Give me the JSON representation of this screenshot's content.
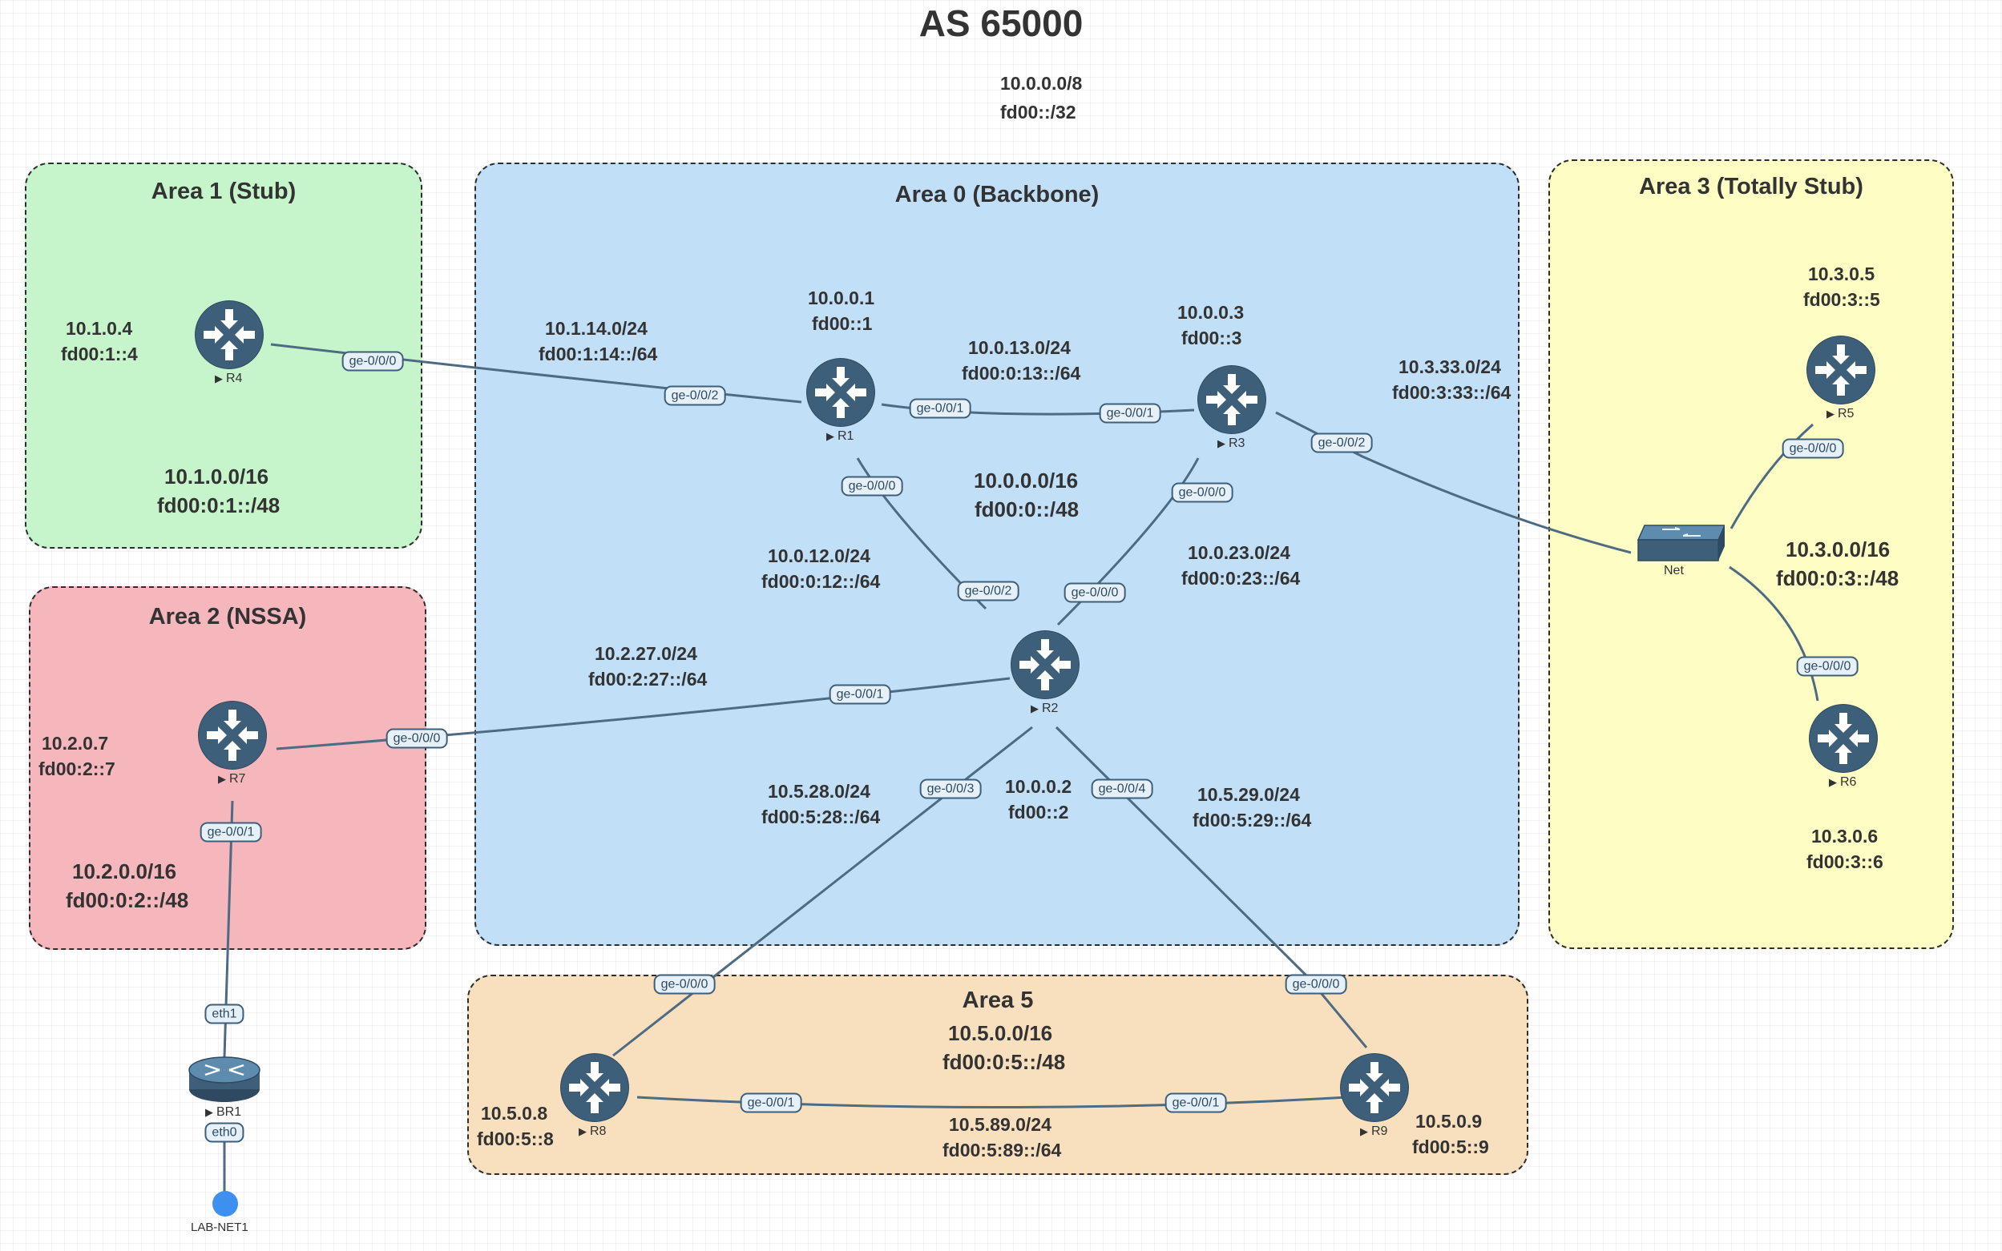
{
  "title": "AS 65000",
  "as_prefix_v4": "10.0.0.0/8",
  "as_prefix_v6": "fd00::/32",
  "colors": {
    "area1": "#c7f5cb",
    "area0": "#c2dff8",
    "area3": "#fefdc3",
    "area2": "#f5b6bc",
    "area5": "#f8dfbd",
    "router": "#3e5f79",
    "link": "#4d6b82",
    "lab_net": "#3d8ff0"
  },
  "areas": {
    "area1": {
      "title": "Area 1 (Stub)",
      "v4": "10.1.0.0/16",
      "v6": "fd00:0:1::/48"
    },
    "area0": {
      "title": "Area 0 (Backbone)",
      "v4": "10.0.0.0/16",
      "v6": "fd00:0::/48"
    },
    "area3": {
      "title": "Area 3 (Totally Stub)",
      "v4": "10.3.0.0/16",
      "v6": "fd00:0:3::/48"
    },
    "area2": {
      "title": "Area 2 (NSSA)",
      "v4": "10.2.0.0/16",
      "v6": "fd00:0:2::/48"
    },
    "area5": {
      "title": "Area 5",
      "v4": "10.5.0.0/16",
      "v6": "fd00:0:5::/48"
    }
  },
  "nodes": {
    "R1": {
      "name": "R1",
      "v4": "10.0.0.1",
      "v6": "fd00::1"
    },
    "R2": {
      "name": "R2",
      "v4": "10.0.0.2",
      "v6": "fd00::2"
    },
    "R3": {
      "name": "R3",
      "v4": "10.0.0.3",
      "v6": "fd00::3"
    },
    "R4": {
      "name": "R4",
      "v4": "10.1.0.4",
      "v6": "fd00:1::4"
    },
    "R5": {
      "name": "R5",
      "v4": "10.3.0.5",
      "v6": "fd00:3::5"
    },
    "R6": {
      "name": "R6",
      "v4": "10.3.0.6",
      "v6": "fd00:3::6"
    },
    "R7": {
      "name": "R7",
      "v4": "10.2.0.7",
      "v6": "fd00:2::7"
    },
    "R8": {
      "name": "R8",
      "v4": "10.5.0.8",
      "v6": "fd00:5::8"
    },
    "R9": {
      "name": "R9",
      "v4": "10.5.0.9",
      "v6": "fd00:5::9"
    },
    "BR1": {
      "name": "BR1"
    },
    "Net": {
      "name": "Net"
    },
    "LAB": {
      "name": "LAB-NET1"
    }
  },
  "links": {
    "r1_r4": {
      "v4": "10.1.14.0/24",
      "v6": "fd00:1:14::/64",
      "port_a": "ge-0/0/0",
      "port_b": "ge-0/0/2"
    },
    "r1_r3": {
      "v4": "10.0.13.0/24",
      "v6": "fd00:0:13::/64",
      "port_a": "ge-0/0/1",
      "port_b": "ge-0/0/1"
    },
    "r3_net": {
      "v4": "10.3.33.0/24",
      "v6": "fd00:3:33::/64",
      "port_a": "ge-0/0/2"
    },
    "r1_r2": {
      "v4": "10.0.12.0/24",
      "v6": "fd00:0:12::/64",
      "port_a": "ge-0/0/0",
      "port_b": "ge-0/0/2"
    },
    "r3_r2": {
      "v4": "10.0.23.0/24",
      "v6": "fd00:0:23::/64",
      "port_a": "ge-0/0/0",
      "port_b": "ge-0/0/0"
    },
    "r7_r2": {
      "v4": "10.2.27.0/24",
      "v6": "fd00:2:27::/64",
      "port_a": "ge-0/0/0",
      "port_b": "ge-0/0/1"
    },
    "r2_r8": {
      "v4": "10.5.28.0/24",
      "v6": "fd00:5:28::/64",
      "port_a": "ge-0/0/3",
      "port_b": "ge-0/0/0"
    },
    "r2_r9": {
      "v4": "10.5.29.0/24",
      "v6": "fd00:5:29::/64",
      "port_a": "ge-0/0/4",
      "port_b": "ge-0/0/0"
    },
    "r8_r9": {
      "v4": "10.5.89.0/24",
      "v6": "fd00:5:89::/64",
      "port_a": "ge-0/0/1",
      "port_b": "ge-0/0/1"
    },
    "net_r5": {
      "port_b": "ge-0/0/0"
    },
    "net_r6": {
      "port_b": "ge-0/0/0"
    },
    "r7_br1": {
      "port_a": "ge-0/0/1",
      "port_b": "eth1"
    },
    "br1_lab": {
      "port_a": "eth0"
    }
  }
}
